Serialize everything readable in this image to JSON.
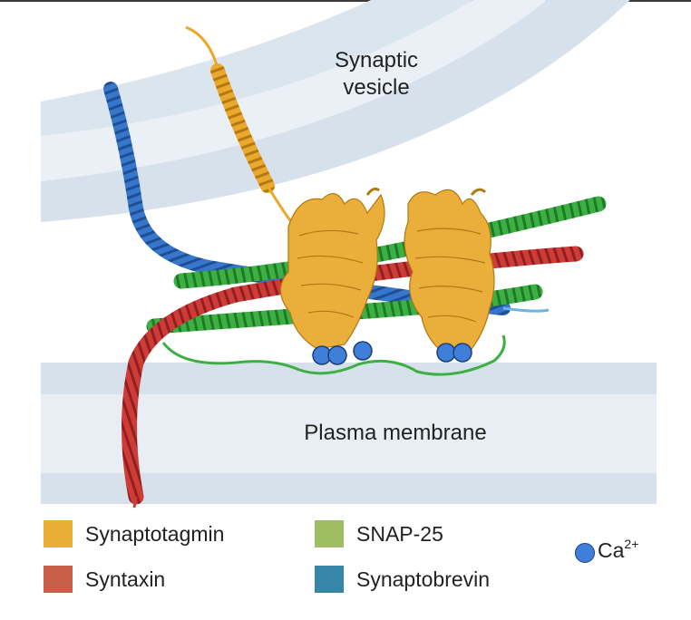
{
  "labels": {
    "vesicle_line1": "Synaptic",
    "vesicle_line2": "vesicle",
    "membrane": "Plasma membrane"
  },
  "legend": {
    "synaptotagmin": {
      "label": "Synaptotagmin",
      "color": "#e8ae35"
    },
    "syntaxin": {
      "label": "Syntaxin",
      "color": "#c85e45"
    },
    "snap25": {
      "label": "SNAP-25",
      "color": "#9fbd63"
    },
    "synaptobrevin": {
      "label": "Synaptobrevin",
      "color": "#3586a9"
    },
    "calcium": {
      "label": "Ca",
      "superscript": "2+",
      "color": "#3f7fd9"
    }
  },
  "colors": {
    "membrane_band": "#d6e1eb",
    "membrane_light": "#e8eef4",
    "helix_blue": "#2f6fc4",
    "helix_red": "#cf3b36",
    "helix_green": "#35a83a",
    "helix_orange": "#eaa82c"
  }
}
